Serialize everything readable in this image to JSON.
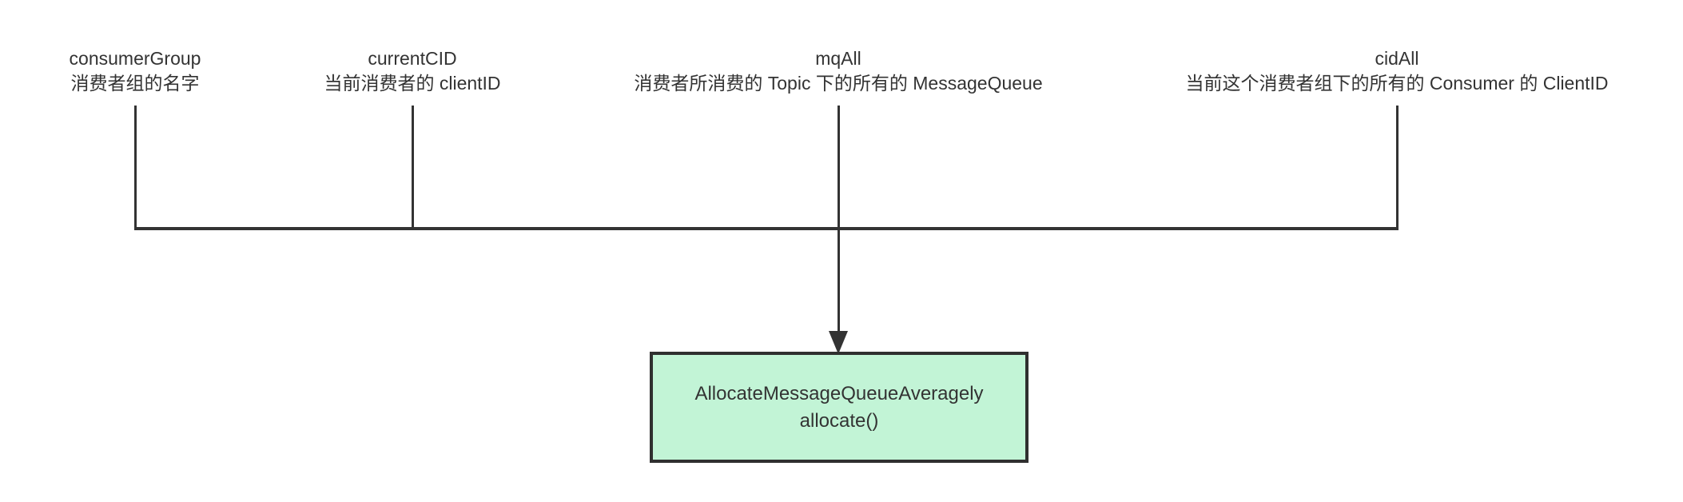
{
  "diagram": {
    "title": "AllocateMessageQueueAveragely allocate() parameters",
    "colors": {
      "background": "#ffffff",
      "line": "#333333",
      "text": "#333333",
      "box_fill": "#c2f4d6",
      "box_border": "#2f2f2f"
    },
    "params": [
      {
        "name": "consumerGroup",
        "desc": "消费者组的名字"
      },
      {
        "name": "currentCID",
        "desc": "当前消费者的 clientID"
      },
      {
        "name": "mqAll",
        "desc": "消费者所消费的 Topic 下的所有的 MessageQueue"
      },
      {
        "name": "cidAll",
        "desc": "当前这个消费者组下的所有的 Consumer 的 ClientID"
      }
    ],
    "target_box": {
      "line1": "AllocateMessageQueueAveragely",
      "line2": "allocate()"
    }
  }
}
